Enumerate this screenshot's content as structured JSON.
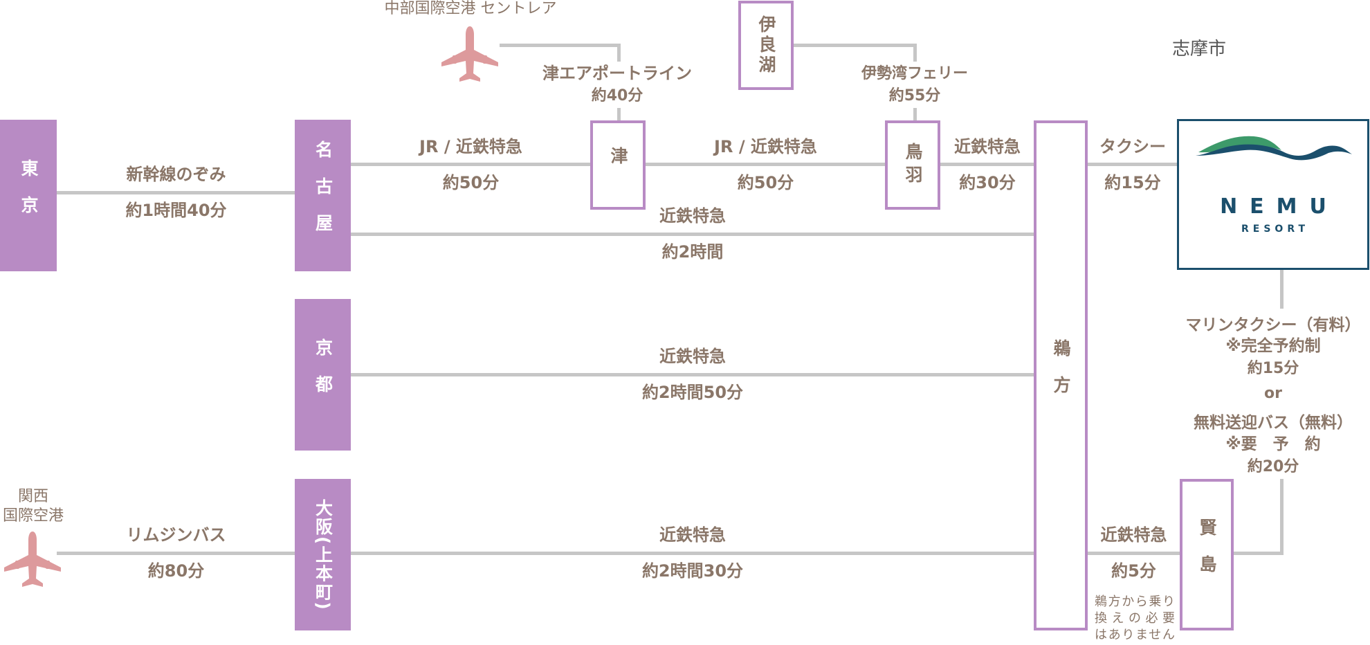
{
  "stations": {
    "tokyo": "東京",
    "nagoya": "名古屋",
    "kyoto": "京都",
    "osaka": "大阪(上本町)",
    "tsu": "津",
    "toba": "鳥羽",
    "irago": "伊良湖",
    "ugata": "鵜方",
    "kashikojima": "賢島"
  },
  "airports": {
    "chubu": "中部国際空港 セントレア",
    "kansai_line1": "関西",
    "kansai_line2": "国際空港"
  },
  "city": "志摩市",
  "routes": {
    "shinkansen_name": "新幹線のぞみ",
    "shinkansen_time": "約1時間40分",
    "nagoya_tsu_name": "JR / 近鉄特急",
    "nagoya_tsu_time": "約50分",
    "tsu_toba_name": "JR / 近鉄特急",
    "tsu_toba_time": "約50分",
    "toba_ugata_name": "近鉄特急",
    "toba_ugata_time": "約30分",
    "nagoya_ugata_name": "近鉄特急",
    "nagoya_ugata_time": "約2時間",
    "kyoto_ugata_name": "近鉄特急",
    "kyoto_ugata_time": "約2時間50分",
    "osaka_ugata_name": "近鉄特急",
    "osaka_ugata_time": "約2時間30分",
    "limousine_name": "リムジンバス",
    "limousine_time": "約80分",
    "air_line_name": "津エアポートライン",
    "air_line_time": "約40分",
    "ferry_name": "伊勢湾フェリー",
    "ferry_time": "約55分",
    "taxi_name": "タクシー",
    "taxi_time": "約15分",
    "ugata_kashiko_name": "近鉄特急",
    "ugata_kashiko_time": "約5分",
    "no_transfer_line1": "鵜方から乗り",
    "no_transfer_line2": "換えの必要",
    "no_transfer_line3": "はありません"
  },
  "resort_access": {
    "marine_taxi": "マリンタクシー（有料）",
    "marine_taxi_note": "※完全予約制",
    "marine_taxi_time": "約15分",
    "or": "or",
    "free_bus": "無料送迎バス（無料）",
    "free_bus_note": "※要　予　約",
    "free_bus_time": "約20分"
  },
  "logo": {
    "name": "NEMU",
    "sub": "RESORT"
  },
  "colors": {
    "station_fill": "#b88bc4",
    "line": "#c6c6c6",
    "text": "#8a7668",
    "plane": "#dd9a9c",
    "logo_navy": "#1b4f6c",
    "logo_green": "#3d9a6a"
  },
  "icons": {
    "chubu_airport": "airplane-icon",
    "kansai_airport": "airplane-icon"
  }
}
